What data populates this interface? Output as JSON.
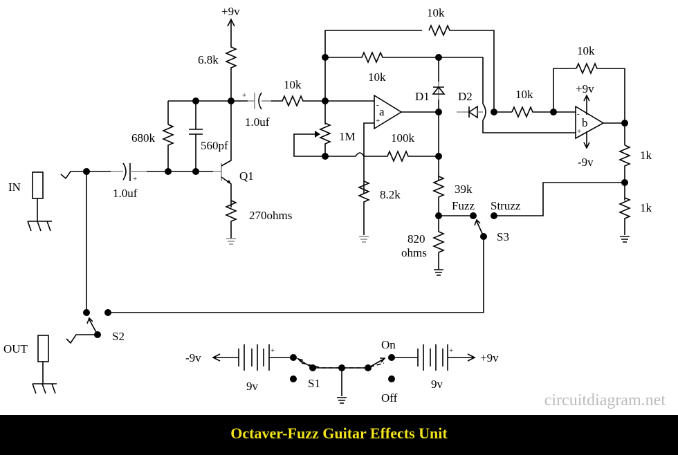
{
  "title": "Octaver-Fuzz Guitar Effects Unit",
  "watermark": "circuitdiagram.net",
  "labels": {
    "vplus_top": "+9v",
    "r_6_8k": "6.8k",
    "r_680k": "680k",
    "c_560pf": "560pf",
    "c_in": "1.0uf",
    "c_coupling": "1.0uf",
    "r_10k_in": "10k",
    "pot_1m": "1M",
    "q1": "Q1",
    "r_270": "270ohms",
    "in": "IN",
    "out": "OUT",
    "r_10k_top": "10k",
    "r_10k_fb": "10k",
    "d1": "D1",
    "d2": "D2",
    "opamp_a": "a",
    "opamp_b": "b",
    "r_100k": "100k",
    "r_8_2k": "8.2k",
    "r_39k": "39k",
    "r_820_1": "820",
    "r_820_2": "ohms",
    "fuzz": "Fuzz",
    "struzz": "Struzz",
    "s3": "S3",
    "s2": "S2",
    "r_10k_b_in": "10k",
    "r_10k_b_fb": "10k",
    "b_vplus": "+9v",
    "b_vminus": "-9v",
    "r_1k_a": "1k",
    "r_1k_b": "1k",
    "bat_neg": "-9v",
    "bat_pos": "+9v",
    "bat_left": "9v",
    "bat_right": "9v",
    "s1": "S1",
    "on": "On",
    "off": "Off",
    "plus": "+",
    "minus": "-"
  }
}
